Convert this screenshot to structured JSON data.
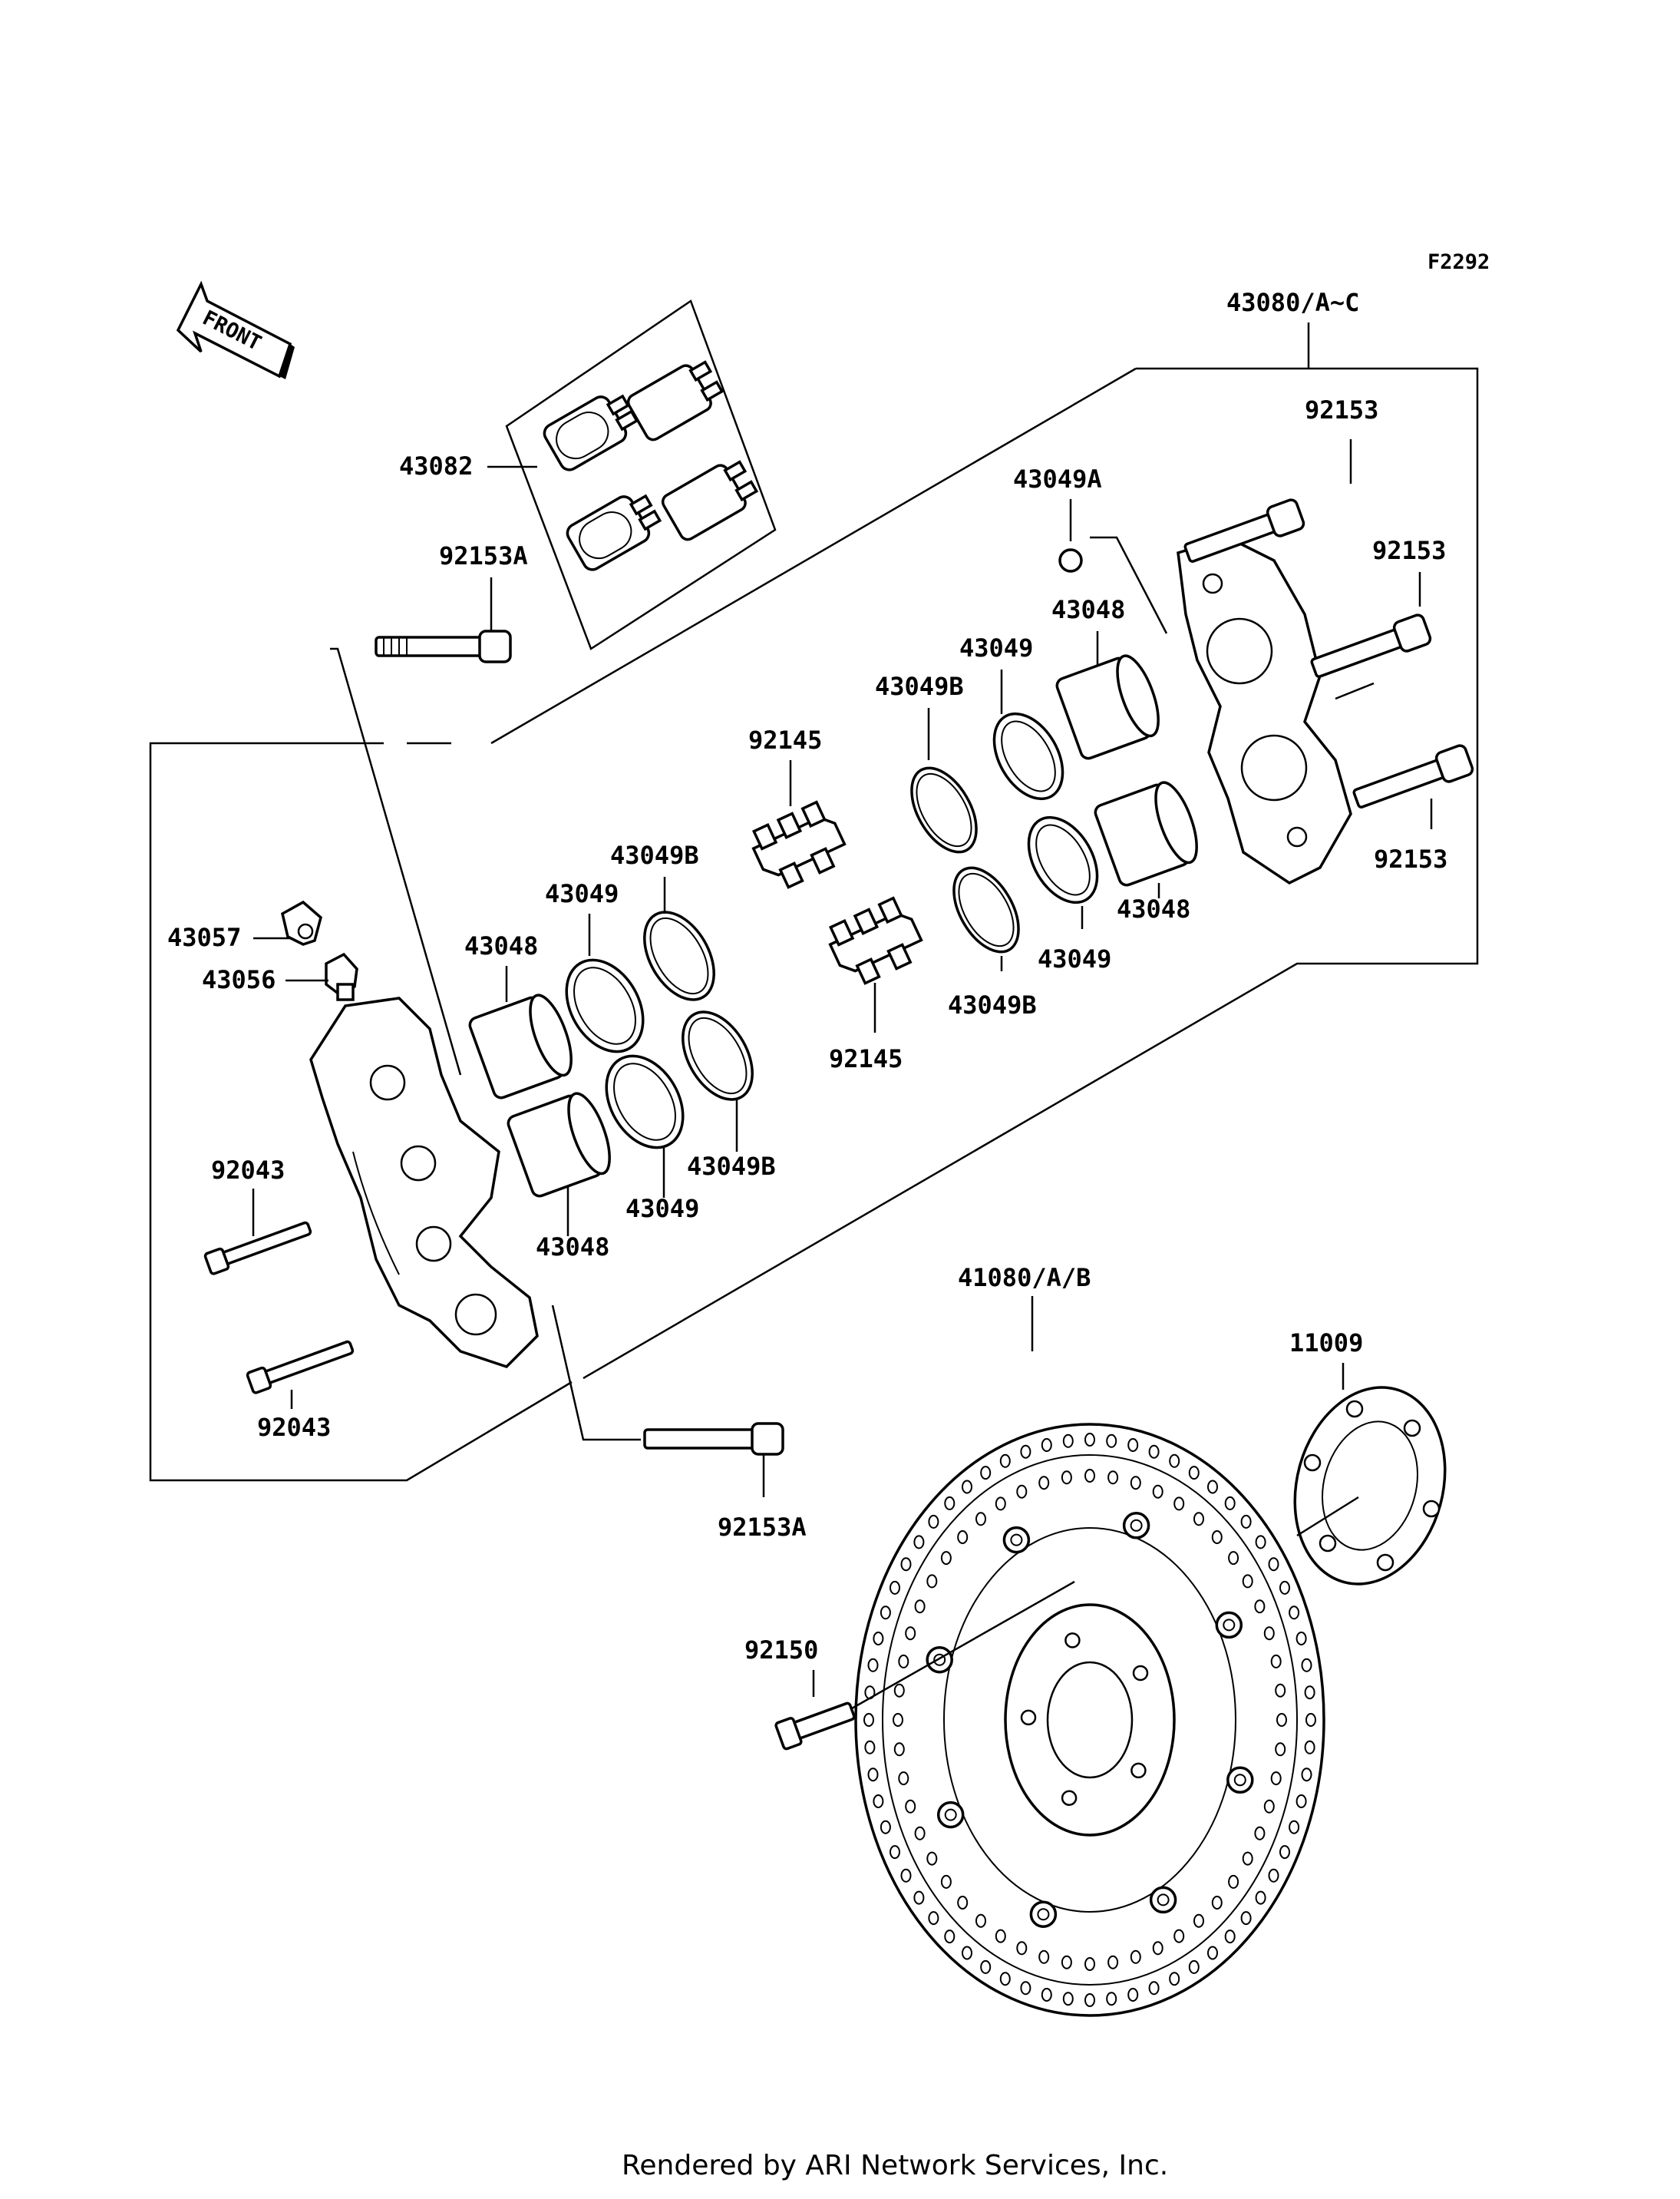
{
  "figure_code": "F2292",
  "front_arrow": {
    "text": "FRONT"
  },
  "footer": "Rendered by ARI Network Services, Inc.",
  "labels": {
    "caliper_assy_right": "43080/A~C",
    "bolt_92153_top": "92153",
    "bolt_92153_mid": "92153",
    "bolt_92153_low": "92153",
    "pad_set": "43082",
    "bolt_92153A_top": "92153A",
    "bolt_92153A_bottom": "92153A",
    "seal_43049A": "43049A",
    "piston_r_top": "43048",
    "seal_r_top": "43049",
    "seal_b_r_top": "43049B",
    "spring_top": "92145",
    "piston_r_low": "43048",
    "seal_r_low": "43049",
    "seal_b_r_low": "43049B",
    "spring_low": "92145",
    "seal_b_l_top": "43049B",
    "seal_l_top": "43049",
    "piston_l_top": "43048",
    "cap_43057": "43057",
    "bleeder_43056": "43056",
    "seal_b_l_low": "43049B",
    "seal_l_low": "43049",
    "piston_l_low": "43048",
    "pin_92043_top": "92043",
    "pin_92043_bottom": "92043",
    "disc": "41080/A/B",
    "shim_11009": "11009",
    "disc_bolt": "92150"
  },
  "icons": [
    "front-arrow-icon",
    "brake-pad-icon",
    "caliper-icon",
    "piston-icon",
    "seal-ring-icon",
    "pad-spring-icon",
    "bolt-icon",
    "bleeder-valve-icon",
    "brake-disc-icon",
    "shim-icon"
  ]
}
